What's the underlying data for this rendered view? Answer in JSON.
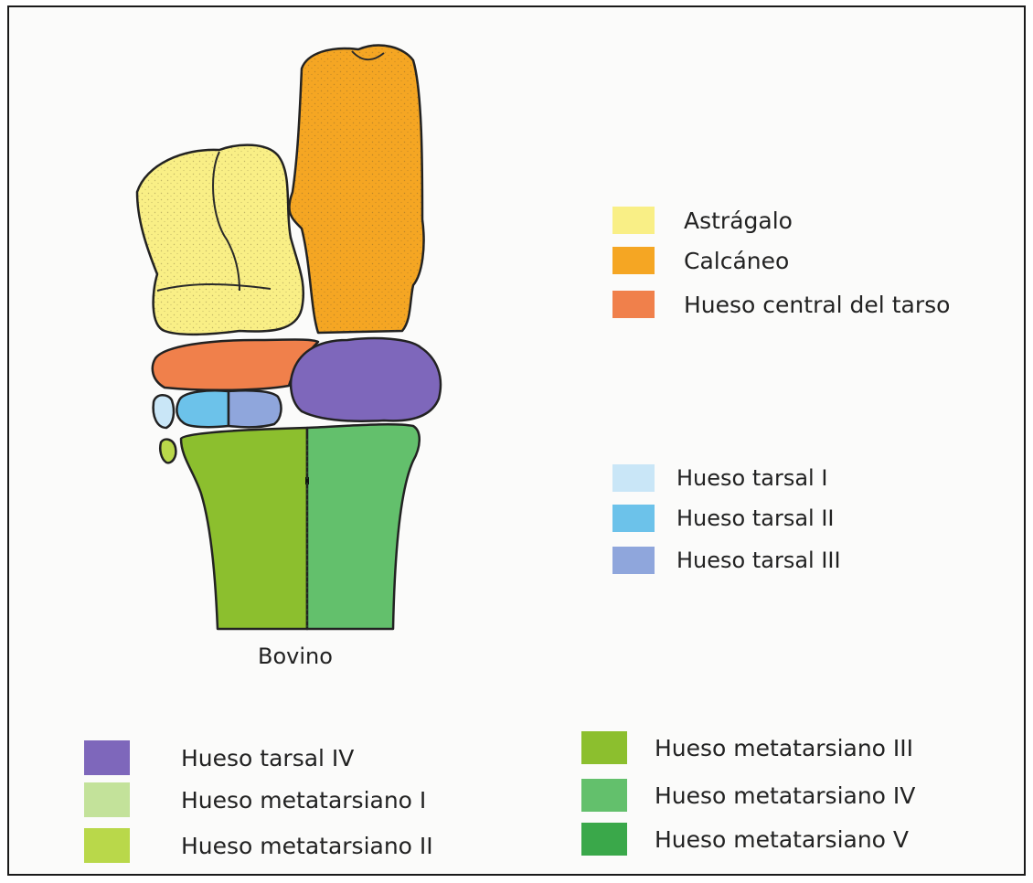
{
  "caption": "Bovino",
  "legend_right_top": [
    {
      "label": "Astrágalo",
      "color": "#f9ef86"
    },
    {
      "label": "Calcáneo",
      "color": "#f5a623"
    },
    {
      "label": "Hueso central del tarso",
      "color": "#f0804b"
    }
  ],
  "legend_right_mid": [
    {
      "label": "Hueso tarsal I",
      "color": "#c9e6f7"
    },
    {
      "label": "Hueso tarsal II",
      "color": "#6cc2ea"
    },
    {
      "label": "Hueso tarsal III",
      "color": "#8fa6dc"
    }
  ],
  "legend_bottom_left": [
    {
      "label": "Hueso tarsal IV",
      "color": "#7e67bb"
    },
    {
      "label": "Hueso metatarsiano I",
      "color": "#c3e29a"
    },
    {
      "label": "Hueso metatarsiano II",
      "color": "#b9d84a"
    }
  ],
  "legend_bottom_right": [
    {
      "label": "Hueso metatarsiano III",
      "color": "#8cbf2e"
    },
    {
      "label": "Hueso metatarsiano IV",
      "color": "#63c06c"
    },
    {
      "label": "Hueso metatarsiano V",
      "color": "#3aa84a"
    }
  ],
  "bone_colors": {
    "astragalo": "#f9ef86",
    "calcaneo": "#f5a623",
    "central_tarso": "#f0804b",
    "tarsal_I": "#c9e6f7",
    "tarsal_II": "#6cc2ea",
    "tarsal_III": "#8fa6dc",
    "tarsal_IV": "#7e67bb",
    "metatarsiano_II": "#b9d84a",
    "metatarsiano_III": "#8cbf2e",
    "metatarsiano_IV": "#63c06c"
  }
}
